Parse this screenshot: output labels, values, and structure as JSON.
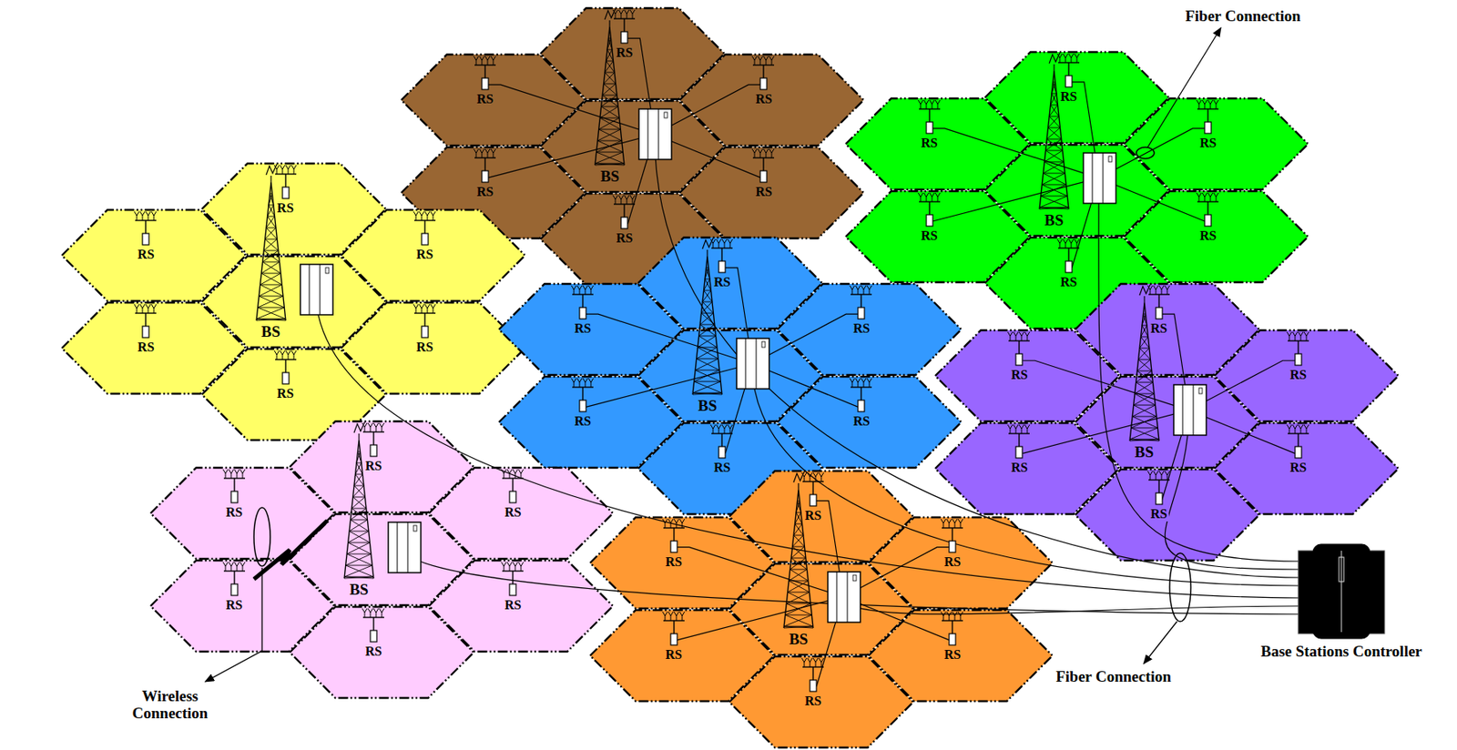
{
  "diagram": {
    "nodes": [
      {
        "text": [
          "RS"
        ]
      },
      {
        "text": [
          "RS"
        ]
      },
      {
        "text": [
          "RS"
        ]
      },
      {
        "text": [
          "BS"
        ]
      },
      {
        "text": [
          "RS"
        ]
      },
      {
        "text": [
          "RS"
        ]
      },
      {
        "text": [
          "RS"
        ]
      },
      {
        "text": [
          "RS"
        ]
      },
      {
        "text": [
          "RS"
        ]
      },
      {
        "text": [
          "RS"
        ]
      },
      {
        "text": [
          "BS"
        ]
      },
      {
        "text": [
          "RS"
        ]
      },
      {
        "text": [
          "RS"
        ]
      },
      {
        "text": [
          "RS"
        ]
      },
      {
        "text": [
          "RS"
        ]
      },
      {
        "text": [
          "RS"
        ]
      },
      {
        "text": [
          "RS"
        ]
      },
      {
        "text": [
          "BS"
        ]
      },
      {
        "text": [
          "RS"
        ]
      },
      {
        "text": [
          "RS"
        ]
      },
      {
        "text": [
          "RS"
        ]
      },
      {
        "text": [
          "RS"
        ]
      },
      {
        "text": [
          "RS"
        ]
      },
      {
        "text": [
          "RS"
        ]
      },
      {
        "text": [
          "BS"
        ]
      },
      {
        "text": [
          "RS"
        ]
      },
      {
        "text": [
          "RS"
        ]
      },
      {
        "text": [
          "RS"
        ]
      },
      {
        "text": [
          "RS"
        ]
      },
      {
        "text": [
          "RS"
        ]
      },
      {
        "text": [
          "RS"
        ]
      },
      {
        "text": [
          "BS"
        ]
      },
      {
        "text": [
          "RS"
        ]
      },
      {
        "text": [
          "RS"
        ]
      },
      {
        "text": [
          "RS"
        ]
      },
      {
        "text": [
          "RS"
        ]
      },
      {
        "text": [
          "RS"
        ]
      },
      {
        "text": [
          "RS"
        ]
      },
      {
        "text": [
          "BS"
        ]
      },
      {
        "text": [
          "RS"
        ]
      },
      {
        "text": [
          "RS"
        ]
      },
      {
        "text": [
          "RS"
        ]
      },
      {
        "text": [
          "RS"
        ]
      },
      {
        "text": [
          "RS"
        ]
      },
      {
        "text": [
          "RS"
        ]
      },
      {
        "text": [
          "BS"
        ]
      },
      {
        "text": [
          "RS"
        ]
      },
      {
        "text": [
          "RS"
        ]
      },
      {
        "text": [
          "RS"
        ]
      },
      {
        "text": [
          "Base Stations Controller"
        ]
      }
    ],
    "edges": [
      {
        "from": 0,
        "to": 3,
        "arrow": "none"
      },
      {
        "from": 1,
        "to": 3,
        "arrow": "none"
      },
      {
        "from": 2,
        "to": 3,
        "arrow": "none"
      },
      {
        "from": 4,
        "to": 3,
        "arrow": "none"
      },
      {
        "from": 5,
        "to": 3,
        "arrow": "none"
      },
      {
        "from": 6,
        "to": 3,
        "arrow": "none"
      },
      {
        "from": 7,
        "to": 10,
        "arrow": "none"
      },
      {
        "from": 8,
        "to": 10,
        "arrow": "none"
      },
      {
        "from": 9,
        "to": 10,
        "arrow": "none"
      },
      {
        "from": 11,
        "to": 10,
        "arrow": "none"
      },
      {
        "from": 12,
        "to": 10,
        "arrow": "none"
      },
      {
        "from": 13,
        "to": 10,
        "arrow": "none"
      },
      {
        "from": 21,
        "to": 24,
        "arrow": "none"
      },
      {
        "from": 22,
        "to": 24,
        "arrow": "none"
      },
      {
        "from": 23,
        "to": 24,
        "arrow": "none"
      },
      {
        "from": 25,
        "to": 24,
        "arrow": "none"
      },
      {
        "from": 26,
        "to": 24,
        "arrow": "none"
      },
      {
        "from": 27,
        "to": 24,
        "arrow": "none"
      },
      {
        "from": 28,
        "to": 31,
        "arrow": "none"
      },
      {
        "from": 29,
        "to": 31,
        "arrow": "none"
      },
      {
        "from": 30,
        "to": 31,
        "arrow": "none"
      },
      {
        "from": 32,
        "to": 31,
        "arrow": "none"
      },
      {
        "from": 33,
        "to": 31,
        "arrow": "none"
      },
      {
        "from": 34,
        "to": 31,
        "arrow": "none"
      },
      {
        "from": 42,
        "to": 45,
        "arrow": "none"
      },
      {
        "from": 43,
        "to": 45,
        "arrow": "none"
      },
      {
        "from": 44,
        "to": 45,
        "arrow": "none"
      },
      {
        "from": 46,
        "to": 45,
        "arrow": "none"
      },
      {
        "from": 47,
        "to": 45,
        "arrow": "none"
      },
      {
        "from": 48,
        "to": 45,
        "arrow": "none"
      },
      {
        "from": 3,
        "to": 49,
        "arrow": "none"
      },
      {
        "from": 10,
        "to": 49,
        "arrow": "none"
      },
      {
        "from": 17,
        "to": 49,
        "arrow": "none"
      },
      {
        "from": 24,
        "to": 49,
        "arrow": "none"
      },
      {
        "from": 31,
        "to": 49,
        "arrow": "none"
      },
      {
        "from": 38,
        "to": 49,
        "arrow": "none"
      },
      {
        "from": 45,
        "to": 49,
        "arrow": "none"
      }
    ],
    "labels": [
      "Fiber Connection",
      "Fiber Connection",
      "Wireless Connection"
    ]
  }
}
